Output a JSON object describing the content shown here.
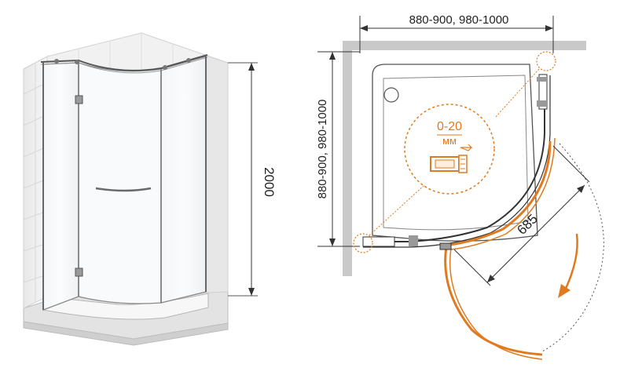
{
  "left_view": {
    "height_label": "2000"
  },
  "plan_view": {
    "width_label": "880-900, 980-1000",
    "depth_label": "880-900, 980-1000",
    "door_width_label": "685",
    "adjustment_value": "0-20",
    "adjustment_unit": "мм"
  },
  "colors": {
    "accent": "#e07a1f",
    "wall": "#c9c9c9",
    "line": "#333333"
  }
}
